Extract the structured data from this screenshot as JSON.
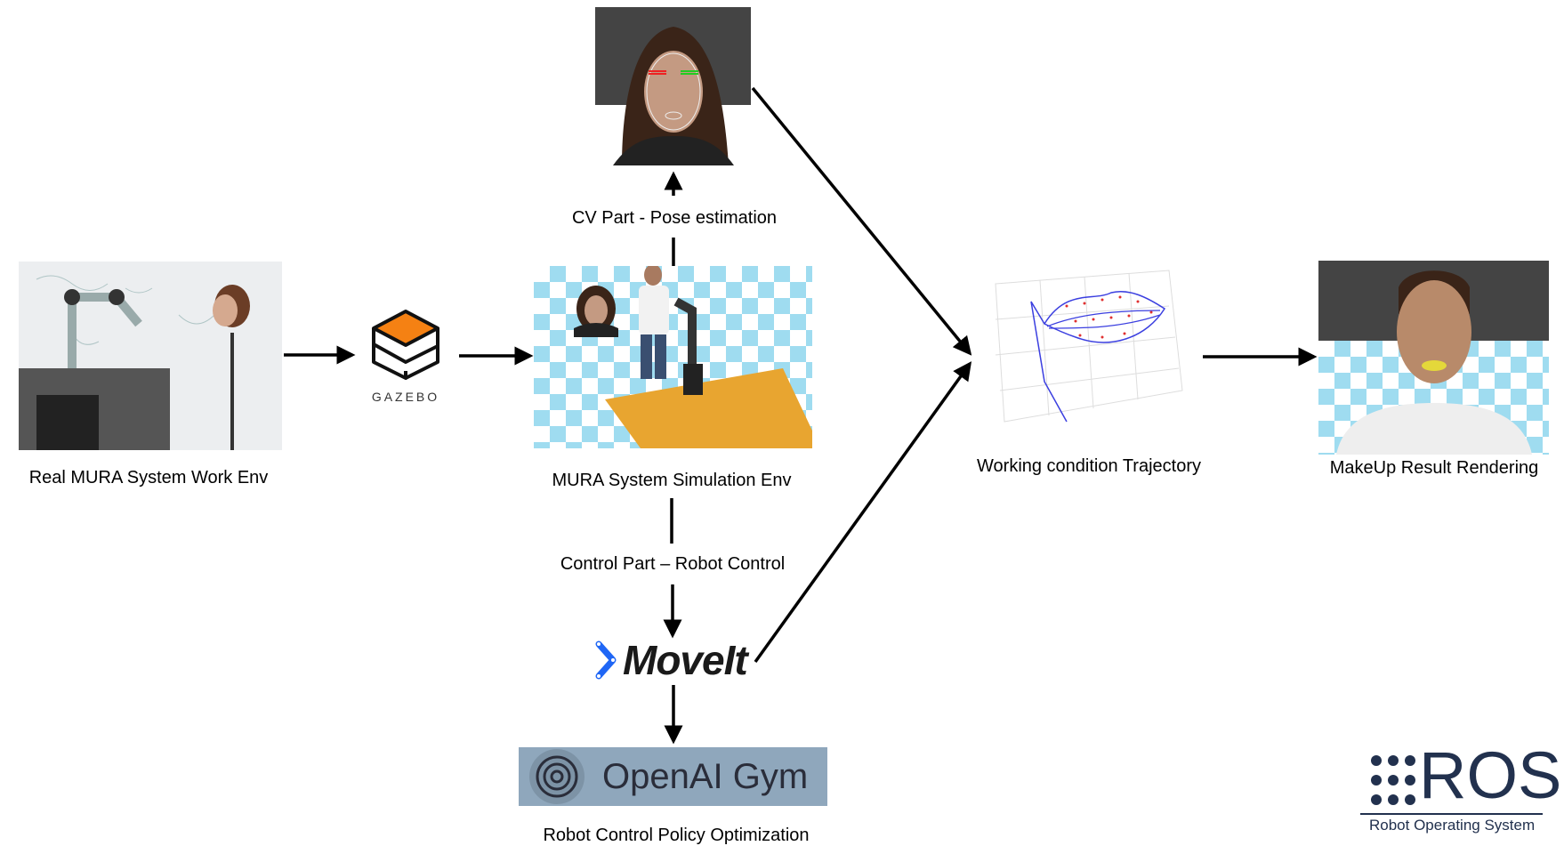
{
  "labels": {
    "real_env": "Real MURA System Work Env",
    "cv_part": "CV Part - Pose estimation",
    "sim_env": "MURA System Simulation Env",
    "control_part": "Control Part – Robot Control",
    "policy_opt": "Robot Control Policy Optimization",
    "trajectory": "Working condition Trajectory",
    "makeup": "MakeUp Result Rendering"
  },
  "logos": {
    "gazebo": "GAZEBO",
    "moveit": "MoveIt",
    "openai_gym": "OpenAI Gym",
    "ros": "ROS",
    "ros_sub": "Robot Operating System"
  },
  "colors": {
    "gazebo_orange": "#f58113",
    "moveit_blue": "#1f66f5",
    "gym_bg": "#8fa7bc",
    "ros_navy": "#22314e",
    "floor_blue": "#9fdcf0"
  }
}
